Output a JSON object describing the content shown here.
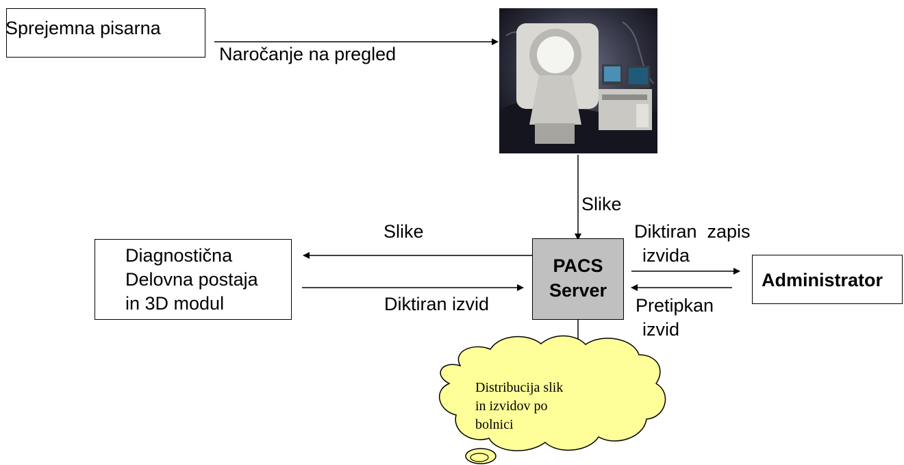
{
  "nodes": {
    "reception": "Sprejemna pisarna",
    "workstation": [
      "Diagnostična",
      "Delovna postaja",
      "in 3D modul"
    ],
    "pacs": [
      "PACS",
      "Server"
    ],
    "administrator": "Administrator",
    "cloud": [
      "Distribucija slik",
      "in izvidov po",
      "bolnici"
    ]
  },
  "edges": {
    "booking": "Naročanje na pregled",
    "scanner_to_pacs": "Slike",
    "pacs_to_workstation": "Slike",
    "workstation_to_pacs": "Diktiran izvid",
    "pacs_to_admin": [
      "Diktiran  zapis",
      "izvida"
    ],
    "admin_to_pacs": [
      "Pretipkan",
      "izvid"
    ]
  },
  "colors": {
    "pacs_fill": "#c0c0c0",
    "cloud_fill": "#ffff99",
    "stroke": "#000000"
  }
}
